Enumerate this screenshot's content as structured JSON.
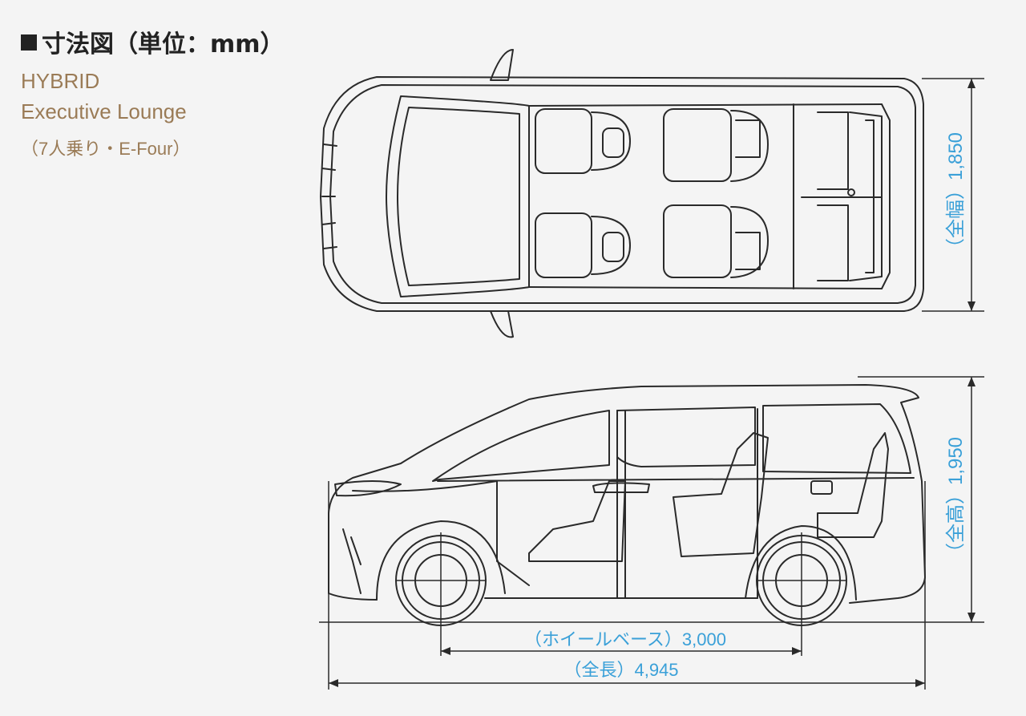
{
  "heading": "寸法図（単位：mm）",
  "model": {
    "line1": "HYBRID",
    "line2": "Executive Lounge",
    "line3": "（7人乗り・E-Four）"
  },
  "dimensions": {
    "width_label": "（全幅）1,850",
    "height_label": "（全高）1,950",
    "wheelbase_label": "（ホイールベース）3,000",
    "length_label": "（全長）4,945"
  },
  "colors": {
    "heading": "#222222",
    "model_text": "#9a7b56",
    "dimension_text": "#3aa0d8",
    "line_art": "#2a2a2a",
    "background": "#f4f4f4"
  }
}
